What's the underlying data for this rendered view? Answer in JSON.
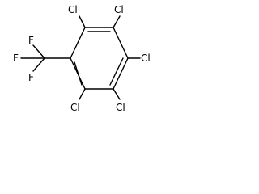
{
  "molecule": {
    "atoms": {
      "cl_top_left": "Cl",
      "cl_top_right": "Cl",
      "cl_right": "Cl",
      "cl_bottom_right": "Cl",
      "cl_bottom_left": "Cl",
      "f_top": "F",
      "f_left": "F",
      "f_bottom": "F"
    },
    "colors": {
      "line": "#000000",
      "background": "#ffffff"
    }
  }
}
